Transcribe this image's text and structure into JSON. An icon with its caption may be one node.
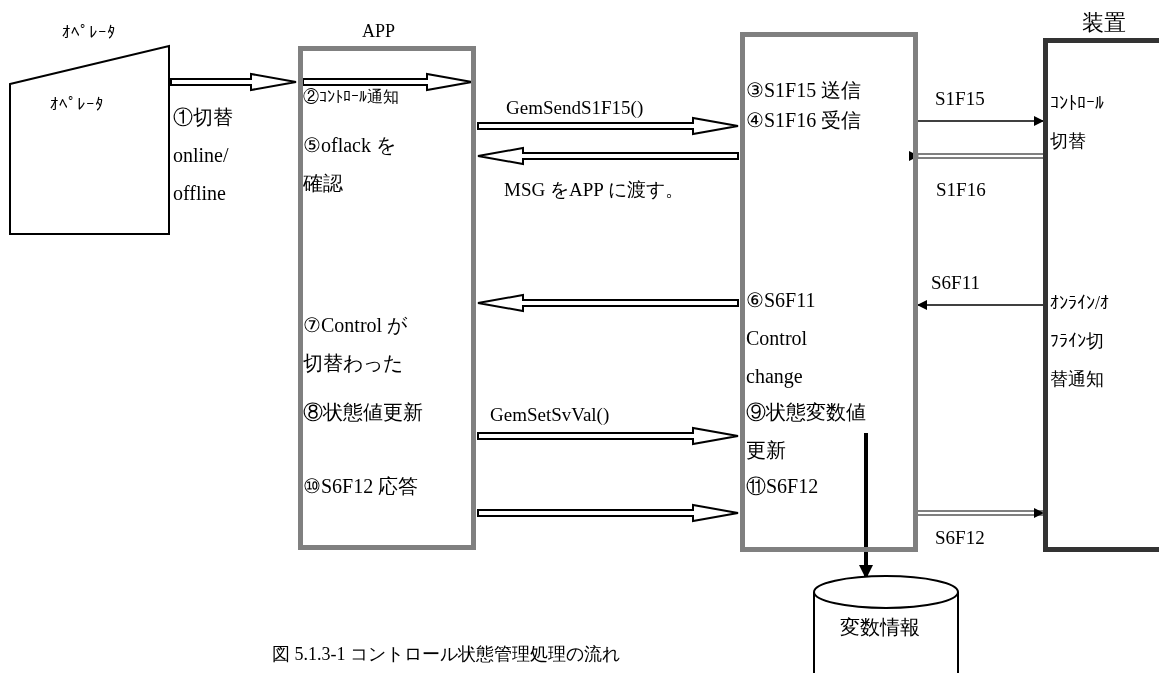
{
  "diagram": {
    "caption": "図 5.1.3-1 コントロール状態管理処理の流れ",
    "nodes": [
      {
        "text": [
          "ｵﾍﾟﾚｰﾀ",
          "ｵﾍﾟﾚｰﾀ"
        ]
      },
      {
        "text": [
          "APP",
          "②ｺﾝﾄﾛｰﾙ通知",
          "⑤oflack を確認",
          "⑦Control が切替わった",
          "⑧状態値更新",
          "⑩S6F12 応答"
        ]
      },
      {
        "text": [
          "③S1F15 送信",
          "④S1F16 受信",
          "⑥S6F11 Control change",
          "⑨状態変数値更新",
          "⑪S6F12"
        ]
      },
      {
        "text": [
          "装置",
          "ｺﾝﾄﾛｰﾙ切替",
          "ｵﾝﾗｲﾝ/ｵﾌﾗｲﾝ切替通知"
        ]
      },
      {
        "text": [
          "変数情報"
        ]
      }
    ],
    "edges": [
      {
        "from": 0,
        "to": 1,
        "arrow": "to",
        "label": "①切替 online/ offline"
      },
      {
        "from": null,
        "to": 1,
        "arrow": "to"
      },
      {
        "from": 1,
        "to": 2,
        "arrow": "to",
        "label": "GemSendS1F15()"
      },
      {
        "from": 2,
        "to": 1,
        "arrow": "to",
        "label": "MSG をAPP に渡す。"
      },
      {
        "from": 2,
        "to": 1,
        "arrow": "to"
      },
      {
        "from": 1,
        "to": 2,
        "arrow": "to",
        "label": "GemSetSvVal()"
      },
      {
        "from": 1,
        "to": 2,
        "arrow": "to"
      },
      {
        "from": 2,
        "to": 3,
        "arrow": "to",
        "label": "S1F15"
      },
      {
        "from": 3,
        "to": 2,
        "arrow": "to",
        "label": "S1F16"
      },
      {
        "from": 3,
        "to": 2,
        "arrow": "to",
        "label": "S6F11"
      },
      {
        "from": 2,
        "to": 3,
        "arrow": "to",
        "label": "S6F12"
      },
      {
        "from": 2,
        "to": 4,
        "arrow": "to",
        "style": "thick"
      }
    ]
  }
}
